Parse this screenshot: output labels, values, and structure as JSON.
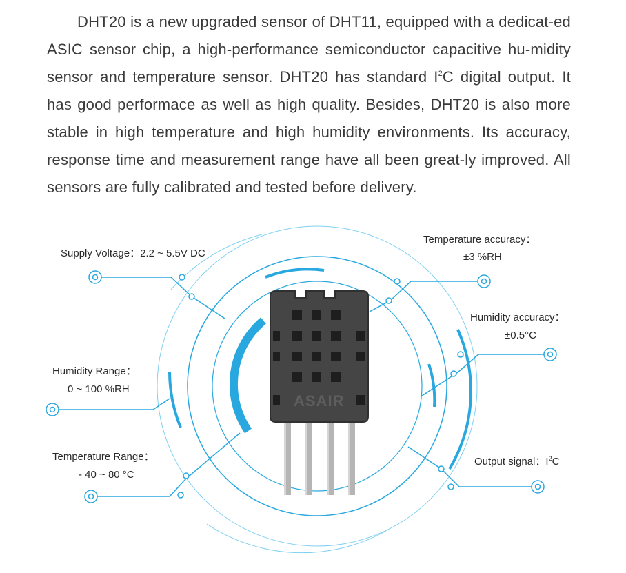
{
  "description": {
    "part1": "DHT20 is a new upgraded sensor of DHT11, equipped with a dedicat-ed ASIC sensor chip, a high-performance semiconductor capacitive hu-midity sensor and temperature sensor. DHT20 has standard I",
    "sup": "2",
    "part2": "C digital output. It has good performace as well as high quality. Besides, DHT20 is also more stable in high temperature and high humidity environments. Its accuracy, response time and measurement range have all been great-ly improved. All sensors are fully calibrated and tested before delivery."
  },
  "chip": {
    "brand": "ASAIR"
  },
  "specs": {
    "supply_voltage": "Supply Voltage：2.2 ~ 5.5V DC",
    "humidity_range_title": "Humidity Range：",
    "humidity_range_value": "0 ~ 100 %RH",
    "temperature_range_title": "Temperature Range：",
    "temperature_range_value": "- 40 ~ 80 °C",
    "temperature_accuracy_title": "Temperature accuracy：",
    "temperature_accuracy_value": "±3 %RH",
    "humidity_accuracy_title": "Humidity accuracy：",
    "humidity_accuracy_value": "±0.5°C",
    "output_signal_prefix": "Output signal：I",
    "output_signal_sup": "2",
    "output_signal_suffix": "C"
  },
  "colors": {
    "accent_blue": "#29a8e0",
    "light_blue": "#7fd0f2",
    "chip_body": "#444444",
    "pins": "#b5b5b5"
  }
}
